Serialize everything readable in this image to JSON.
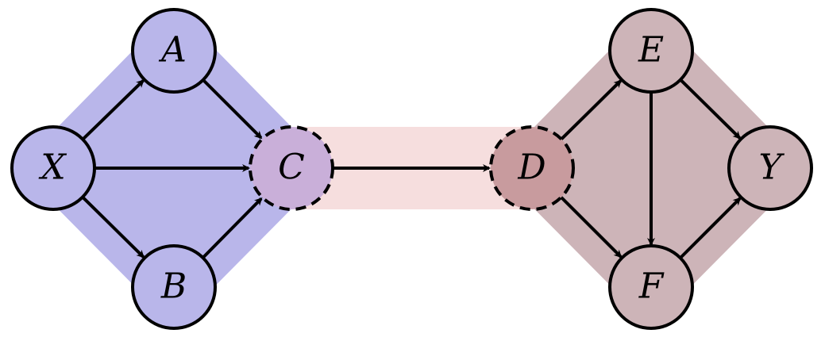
{
  "nodes": [
    {
      "id": "X",
      "label": "X",
      "style": "solid"
    },
    {
      "id": "A",
      "label": "A",
      "style": "solid"
    },
    {
      "id": "B",
      "label": "B",
      "style": "solid"
    },
    {
      "id": "C",
      "label": "C",
      "style": "dashed"
    },
    {
      "id": "D",
      "label": "D",
      "style": "dashed"
    },
    {
      "id": "E",
      "label": "E",
      "style": "solid"
    },
    {
      "id": "F",
      "label": "F",
      "style": "solid"
    },
    {
      "id": "Y",
      "label": "Y",
      "style": "solid"
    }
  ],
  "edges": [
    {
      "from": "X",
      "to": "A"
    },
    {
      "from": "X",
      "to": "B"
    },
    {
      "from": "X",
      "to": "C"
    },
    {
      "from": "A",
      "to": "C"
    },
    {
      "from": "B",
      "to": "C"
    },
    {
      "from": "C",
      "to": "D"
    },
    {
      "from": "D",
      "to": "E"
    },
    {
      "from": "D",
      "to": "F"
    },
    {
      "from": "E",
      "to": "F"
    },
    {
      "from": "E",
      "to": "Y"
    },
    {
      "from": "F",
      "to": "Y"
    }
  ],
  "colors": {
    "left_region": "#b9b6ea",
    "right_region": "#cdb4b8",
    "bridge": "#f6dede",
    "node_fill_left": "#b9b6ea",
    "node_fill_right": "#cdb4b8",
    "node_fill_C": "#c9afd9",
    "node_fill_D": "#c89b9e",
    "stroke": "#000000"
  }
}
